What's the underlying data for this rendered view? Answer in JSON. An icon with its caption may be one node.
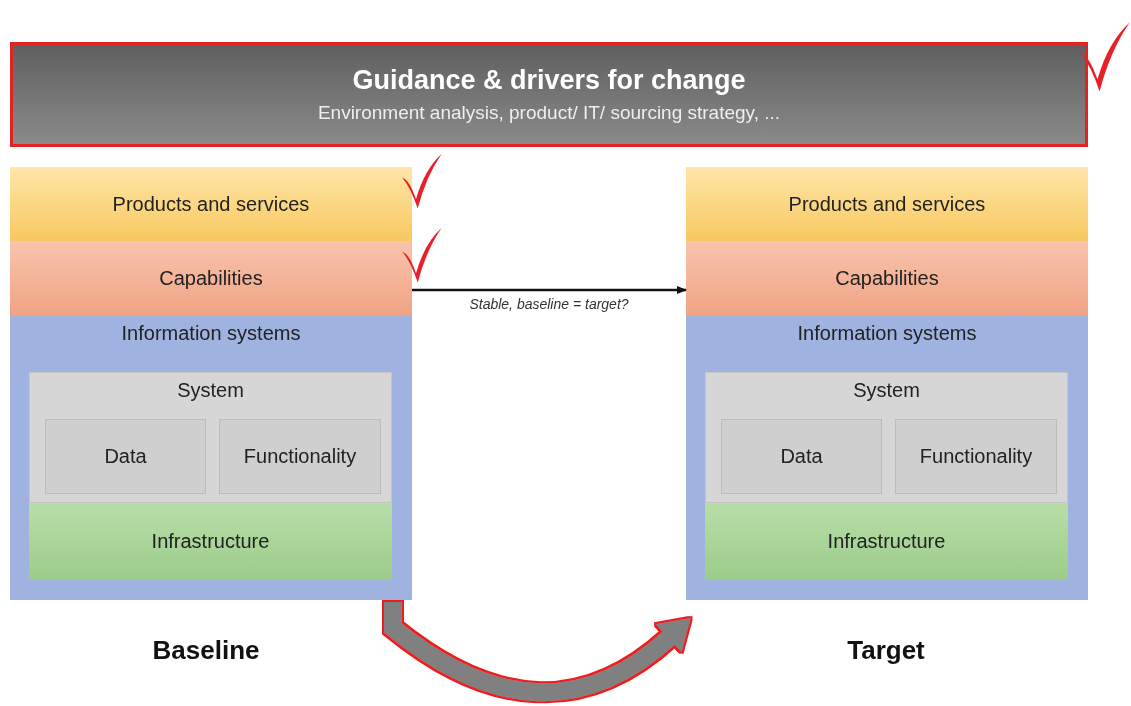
{
  "diagram": {
    "nodes": [
      {
        "text": [
          "Guidance & drivers for change",
          "Environment analysis, product/ IT/ sourcing strategy, ..."
        ]
      },
      {
        "text": [
          "Products and services"
        ]
      },
      {
        "text": [
          "Capabilities"
        ]
      },
      {
        "text": [
          "Information systems"
        ]
      },
      {
        "text": [
          "System"
        ],
        "in": 3
      },
      {
        "text": [
          "Data"
        ],
        "in": 4
      },
      {
        "text": [
          "Functionality"
        ],
        "in": 4
      },
      {
        "text": [
          "Infrastructure"
        ],
        "in": 3
      },
      {
        "text": [
          "Products and services"
        ]
      },
      {
        "text": [
          "Capabilities"
        ]
      },
      {
        "text": [
          "Information systems"
        ]
      },
      {
        "text": [
          "System"
        ],
        "in": 10
      },
      {
        "text": [
          "Data"
        ],
        "in": 11
      },
      {
        "text": [
          "Functionality"
        ],
        "in": 11
      },
      {
        "text": [
          "Infrastructure"
        ],
        "in": 10
      }
    ],
    "edges": [
      {
        "from": 2,
        "to": 9,
        "arrow": "to",
        "label": "Stable, baseline = target?"
      },
      {
        "from": 3,
        "to": 10,
        "arrow": "to",
        "style": "thick",
        "color": "#808080"
      }
    ],
    "labels": [
      "Baseline",
      "Target"
    ]
  }
}
